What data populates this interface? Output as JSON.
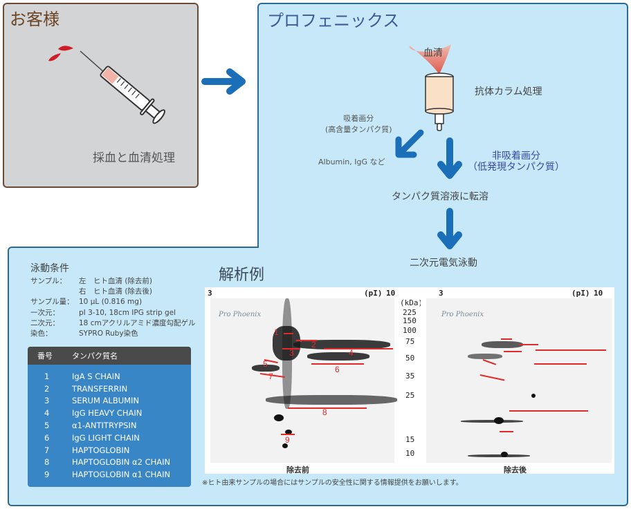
{
  "customer": {
    "title": "お客様",
    "caption": "採血と血清処理"
  },
  "prophoenix": {
    "title": "プロフェニックス",
    "serum": "血清",
    "column_processing": "抗体カラム処理",
    "adsorbed_fraction": [
      "吸着画分",
      "(高含量タンパク質)"
    ],
    "adsorbed_examples": "Albumin, IgG など",
    "non_adsorbed_fraction": [
      "非吸着画分",
      "（低発現タンパク質）"
    ],
    "dissolve": "タンパク質溶液に転溶",
    "electrophoresis": "二次元電気泳動"
  },
  "conditions": {
    "title": "泳動条件",
    "rows": [
      {
        "key": "サンプル：",
        "value": "左　ヒト血清 (除去前)"
      },
      {
        "key": "",
        "value": "右　ヒト血清 (除去後)"
      },
      {
        "key": "サンプル量：",
        "value": "10 μL (0.816 mg)"
      },
      {
        "key": "一次元：",
        "value": "pI 3-10, 18cm IPG strip gel"
      },
      {
        "key": "二次元：",
        "value": "18 cmアクリルアミド濃度勾配ゲル"
      },
      {
        "key": "染色：",
        "value": "SYPRO Ruby染色"
      }
    ]
  },
  "protein_table": {
    "headers": {
      "number": "番号",
      "name": "タンパク質名"
    },
    "rows": [
      {
        "number": "1",
        "name": "IgA S CHAIN"
      },
      {
        "number": "2",
        "name": "TRANSFERRIN"
      },
      {
        "number": "3",
        "name": "SERUM ALBUMIN"
      },
      {
        "number": "4",
        "name": "IgG HEAVY CHAIN"
      },
      {
        "number": "5",
        "name": "α1-ANTITRYPSIN"
      },
      {
        "number": "6",
        "name": "IgG LIGHT CHAIN"
      },
      {
        "number": "7",
        "name": "HAPTOGLOBIN"
      },
      {
        "number": "8",
        "name": "HAPTOGLOBIN α2 CHAIN"
      },
      {
        "number": "9",
        "name": "HAPTOGLOBIN α1 CHAIN"
      }
    ]
  },
  "analysis": {
    "title": "解析例",
    "pi_low": "3",
    "pi_label": "(pI)",
    "pi_high": "10",
    "kda_label": "(kDa)",
    "kda_ticks": [
      "225",
      "150",
      "100",
      "75",
      "50",
      "35",
      "25",
      "15",
      "10"
    ],
    "logo_text": "Pro Phoenix",
    "gel_before_caption": "除去前",
    "gel_after_caption": "除去後",
    "spot_labels": [
      "1",
      "2",
      "3",
      "4",
      "5",
      "6",
      "7",
      "8",
      "9"
    ]
  },
  "footnote": "※ヒト由来サンプルの場合にはサンプルの安全性に関する情報提供をお願いします。",
  "colors": {
    "customer_bg": "#d3d4d6",
    "customer_border": "#6b4a33",
    "panel_bg": "#c7e8f8",
    "panel_border": "#2a6a98",
    "arrow": "#1a6fb8",
    "table_bg": "#3886c6",
    "table_header": "#4a4a4a",
    "marker_red": "#e22a2a"
  }
}
